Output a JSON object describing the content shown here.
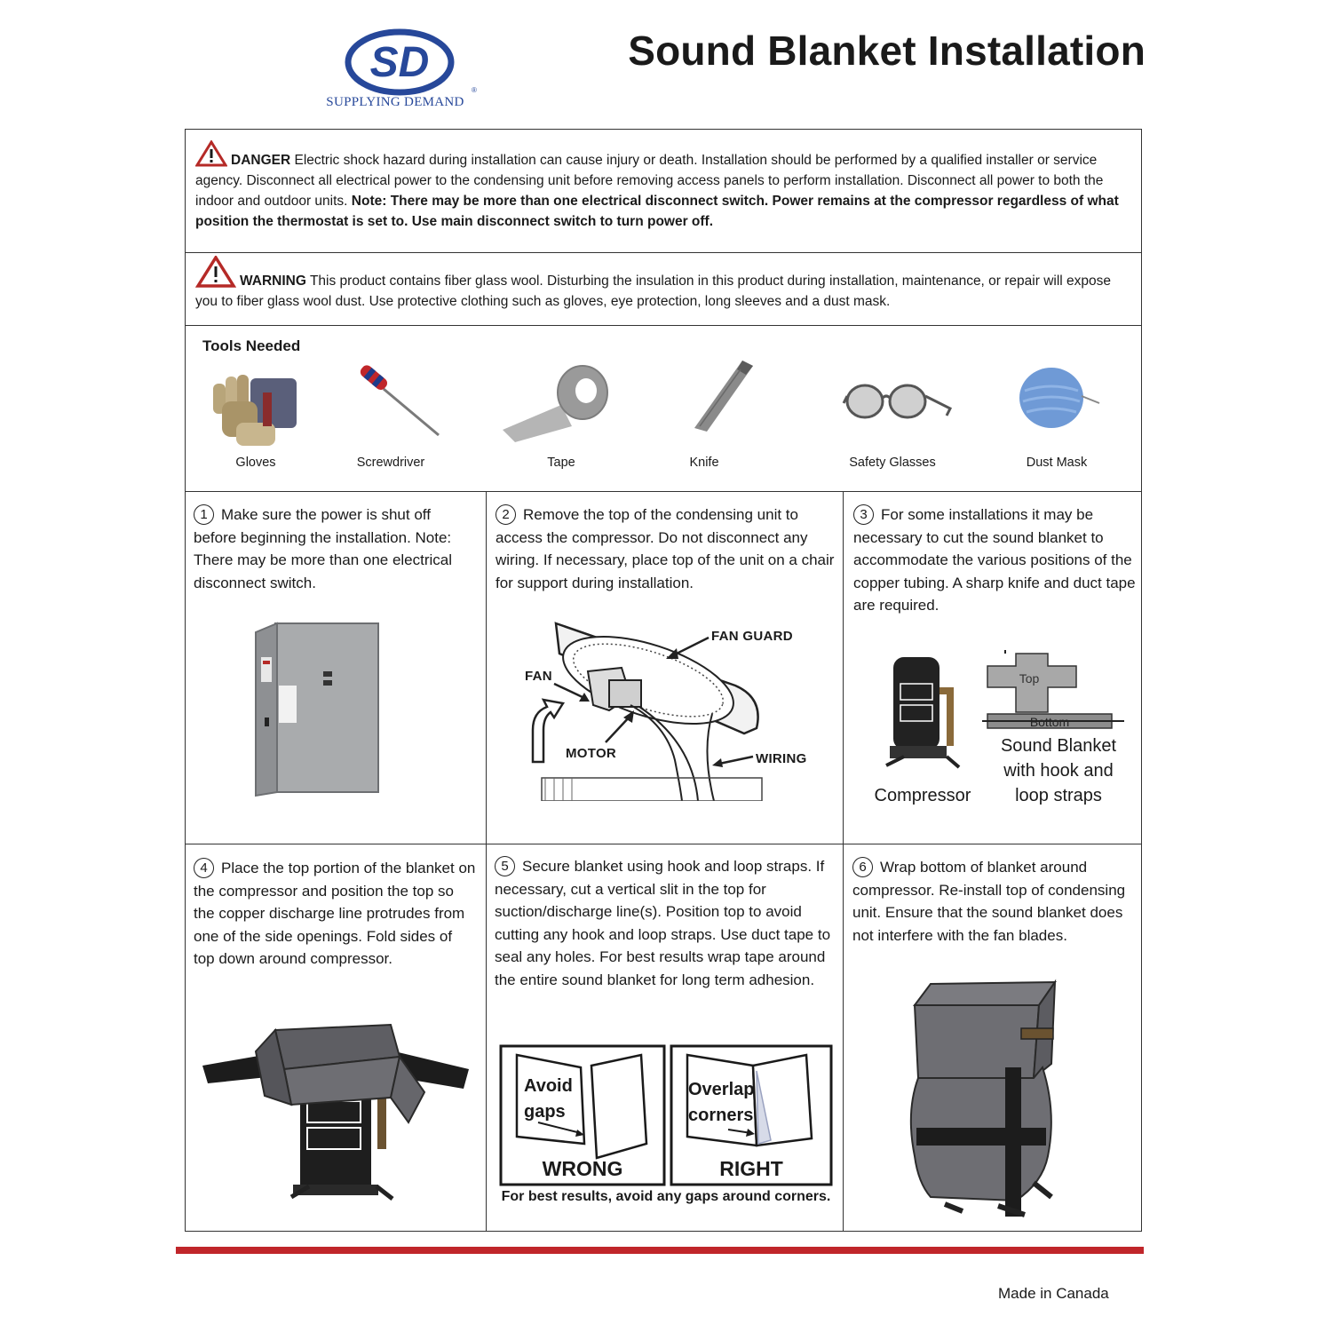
{
  "header": {
    "logo_text": "SUPPLYING DEMAND",
    "title": "Sound Blanket Installation"
  },
  "danger": {
    "keyword": "DANGER",
    "text": " Electric shock hazard during installation can cause injury or death.  Installation should be performed by a qualified installer or service agency.  Disconnect all electrical power to the condensing unit before removing access panels to perform installation.  Disconnect all power to both the indoor and outdoor units.   ",
    "bold_text": "Note: There may be more than one electrical disconnect switch.   Power remains at the compressor regardless of what position the thermostat is set to. Use main disconnect switch to turn power off."
  },
  "warning": {
    "keyword": "WARNING",
    "text": " This product contains fiber glass wool.  Disturbing the insulation in this product during installation, maintenance, or repair will expose you to fiber glass wool dust.  Use protective clothing such as gloves, eye protection, long sleeves and a dust mask."
  },
  "tools": {
    "heading": "Tools Needed",
    "items": [
      "Gloves",
      "Screwdriver",
      "Tape",
      "Knife",
      "Safety Glasses",
      "Dust Mask"
    ]
  },
  "steps": [
    {
      "num": "1",
      "text": "Make sure the power is shut off before beginning the installation. Note: There may be more than one electrical disconnect switch."
    },
    {
      "num": "2",
      "text": "Remove the top of the condensing unit to access the compressor.  Do not disconnect any wiring. If necessary, place top of the unit on a chair for support during installation."
    },
    {
      "num": "3",
      "text": "For some installations it may be necessary to cut the sound blanket to accommodate the various positions of the copper tubing.  A sharp knife and duct tape are required."
    },
    {
      "num": "4",
      "text": "Place the top portion of the blanket on the compressor and position the top so the copper discharge line protrudes from one of the side openings.  Fold sides of top down around compressor."
    },
    {
      "num": "5",
      "text": "Secure blanket using hook and loop straps.  If necessary, cut a vertical slit in the top for suction/discharge line(s).  Position top to avoid cutting any hook and loop straps.  Use duct tape to seal any holes. For best results wrap tape around the entire sound blanket for long term adhesion."
    },
    {
      "num": "6",
      "text": "Wrap bottom of blanket around compressor.  Re-install top of condensing unit. Ensure that the sound blanket does not interfere with the fan blades."
    }
  ],
  "figure2": {
    "fan_guard": "FAN GUARD",
    "fan": "FAN",
    "motor": "MOTOR",
    "wiring": "WIRING"
  },
  "figure3": {
    "compressor": "Compressor",
    "top": "Top",
    "bottom": "Bottom",
    "blanket_caption": "Sound Blanket with hook and loop straps"
  },
  "figure5": {
    "left_text": "Avoid gaps",
    "left_verdict": "WRONG",
    "right_text": "Overlap corners",
    "right_verdict": "RIGHT",
    "caption": "For best results, avoid any gaps around corners."
  },
  "footer": {
    "made_in": "Made in Canada"
  },
  "colors": {
    "logo_blue": "#27489a",
    "danger_red": "#b52a27",
    "rule_red": "#c0262a",
    "blanket_gray": "#6e6e73"
  }
}
